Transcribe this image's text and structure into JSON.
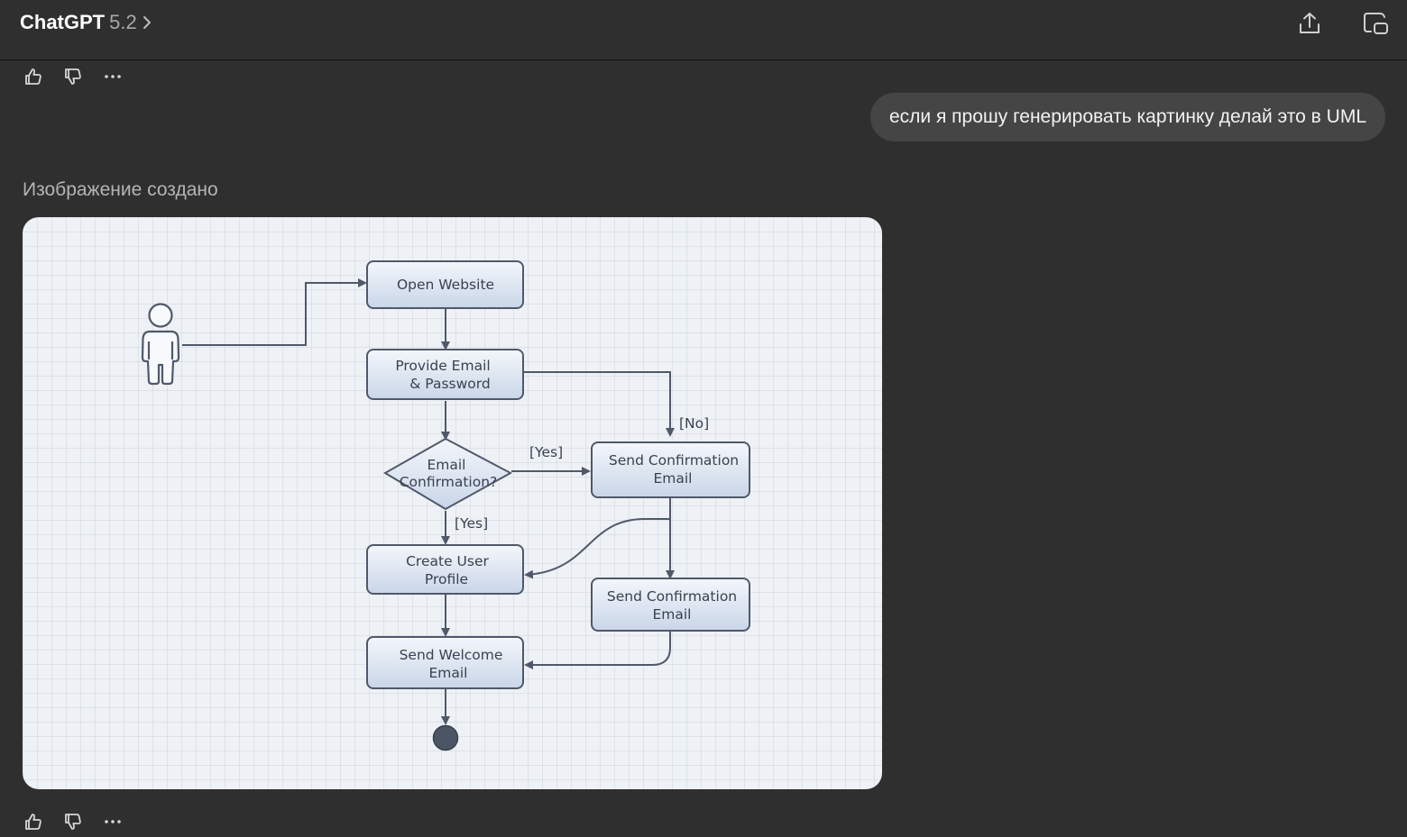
{
  "header": {
    "app_name": "ChatGPT",
    "version": "5.2",
    "share_icon": "share-upload-icon",
    "new_window_icon": "new-window-icon"
  },
  "message_actions": {
    "like_icon": "thumbs-up-icon",
    "dislike_icon": "thumbs-down-icon",
    "more_icon": "more-dots-icon"
  },
  "user_message": {
    "text": "если я прошу генерировать картинку делай это в UML"
  },
  "assistant": {
    "status_label": "Изображение создано"
  },
  "diagram": {
    "nodes": {
      "open_website": [
        "Open Website"
      ],
      "provide_email": [
        "Provide Email",
        "& Password"
      ],
      "decision": [
        "Email",
        "Confirmation?"
      ],
      "send_confirmation_1": [
        "Send Confirmation",
        "Email"
      ],
      "create_profile": [
        "Create User",
        "Profile"
      ],
      "send_confirmation_2": [
        "Send Confirmation",
        "Email"
      ],
      "send_welcome": [
        "Send Welcome",
        "Email"
      ]
    },
    "guards": {
      "no": "[No]",
      "yes_right": "[Yes]",
      "yes_down": "[Yes]"
    }
  },
  "colors": {
    "background": "#2f2f2f",
    "bubble": "#454545",
    "node_stroke": "#4f596a",
    "node_fill_top": "#f4f7fb",
    "node_fill_bottom": "#c9d6e8",
    "final_node": "#4b5563"
  }
}
